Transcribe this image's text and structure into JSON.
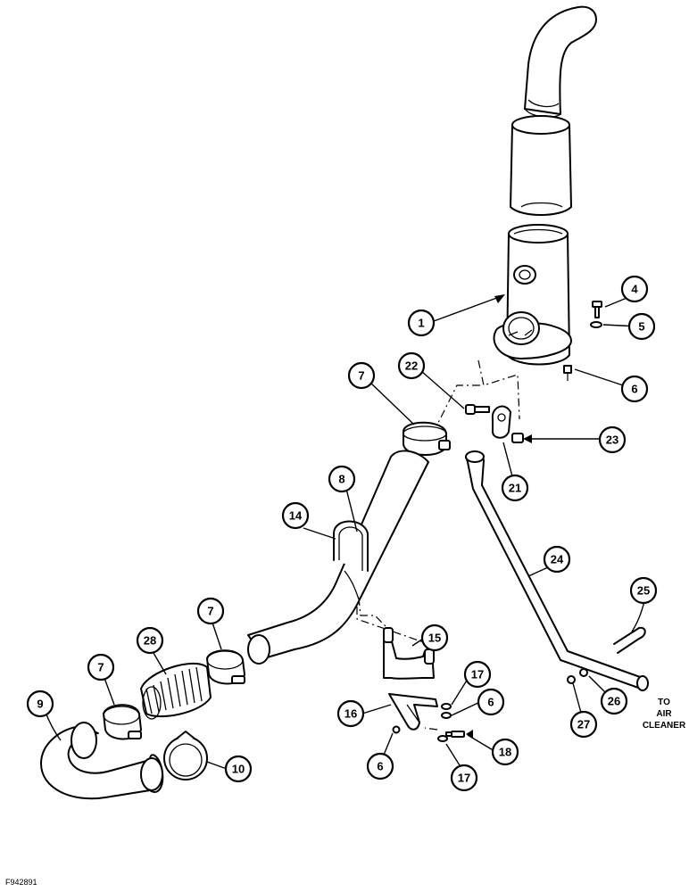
{
  "figure_id": "F942891",
  "note": {
    "line1": "TO",
    "line2": "AIR",
    "line3": "CLEANER"
  },
  "callouts": [
    {
      "key": "c1",
      "label": "1"
    },
    {
      "key": "c4",
      "label": "4"
    },
    {
      "key": "c5",
      "label": "5"
    },
    {
      "key": "c6a",
      "label": "6"
    },
    {
      "key": "c7a",
      "label": "7"
    },
    {
      "key": "c22",
      "label": "22"
    },
    {
      "key": "c23",
      "label": "23"
    },
    {
      "key": "c21",
      "label": "21"
    },
    {
      "key": "c8",
      "label": "8"
    },
    {
      "key": "c14",
      "label": "14"
    },
    {
      "key": "c24",
      "label": "24"
    },
    {
      "key": "c25",
      "label": "25"
    },
    {
      "key": "c7b",
      "label": "7"
    },
    {
      "key": "c28",
      "label": "28"
    },
    {
      "key": "c15",
      "label": "15"
    },
    {
      "key": "c7c",
      "label": "7"
    },
    {
      "key": "c17a",
      "label": "17"
    },
    {
      "key": "c6b",
      "label": "6"
    },
    {
      "key": "c26",
      "label": "26"
    },
    {
      "key": "c27",
      "label": "27"
    },
    {
      "key": "c9",
      "label": "9"
    },
    {
      "key": "c16",
      "label": "16"
    },
    {
      "key": "c18",
      "label": "18"
    },
    {
      "key": "c10",
      "label": "10"
    },
    {
      "key": "c6c",
      "label": "6"
    },
    {
      "key": "c17b",
      "label": "17"
    }
  ]
}
